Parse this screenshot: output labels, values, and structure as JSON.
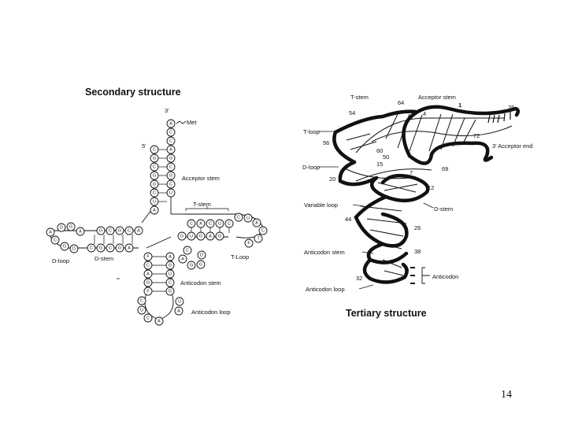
{
  "slide": {
    "page_number": "14"
  },
  "secondary": {
    "title": "Secondary structure",
    "end_3": "3'",
    "end_5": "5'",
    "met": "Met",
    "labels": {
      "acceptor_stem": "Acceptor stem",
      "t_stem": "T-stem",
      "d_loop": "D-loop",
      "d_stem": "D-stem",
      "t_loop": "T-Loop",
      "anticodon_stem": "Anticodon stem",
      "anticodon_loop": "Anticodon loop"
    },
    "acceptor_left": [
      "A",
      "C",
      "C",
      "A",
      "G",
      "C",
      "G",
      "C",
      "U"
    ],
    "acceptor_right": [
      "C",
      "G",
      "C",
      "G",
      "G",
      "C",
      "U",
      "A"
    ],
    "tstem_top": [
      "C",
      "A",
      "C",
      "U",
      "C"
    ],
    "tstem_bottom": [
      "G",
      "U",
      "G",
      "A",
      "G"
    ],
    "tloop": [
      "C",
      "U",
      "A",
      "C",
      "T",
      "F"
    ],
    "dstem_top": [
      "A",
      "C",
      "G",
      "C",
      "G"
    ],
    "dstem_bottom": [
      "A",
      "G",
      "C",
      "G",
      "C"
    ],
    "dloop": [
      "A",
      "D",
      "G",
      "A",
      "C",
      "G",
      "D"
    ],
    "anticodon_left": [
      "F",
      "C",
      "A",
      "G",
      "F"
    ],
    "anticodon_right": [
      "A",
      "G",
      "U",
      "C",
      "G"
    ],
    "anticodon_loop": [
      "C",
      "U",
      "C",
      "A",
      "U",
      "A"
    ],
    "variable": [
      "C",
      "A",
      "D",
      "G",
      "G"
    ]
  },
  "tertiary": {
    "title": "Tertiary structure",
    "labels": {
      "t_stem": "T-stem",
      "acceptor_stem": "Acceptor stem",
      "t_loop": "T-loop",
      "d_loop": "D-loop",
      "variable_loop": "Variable loop",
      "d_stem": "D-stem",
      "anticodon_stem": "Anticodon stem",
      "anticodon_loop": "Anticodon loop",
      "anticodon": "Anticodon",
      "acceptor_end": "3' Acceptor end"
    },
    "numbers": [
      "64",
      "54",
      "1",
      "76",
      "4",
      "72",
      "56",
      "60",
      "50",
      "15",
      "7",
      "69",
      "20",
      "12",
      "44",
      "26",
      "38",
      "32"
    ]
  }
}
